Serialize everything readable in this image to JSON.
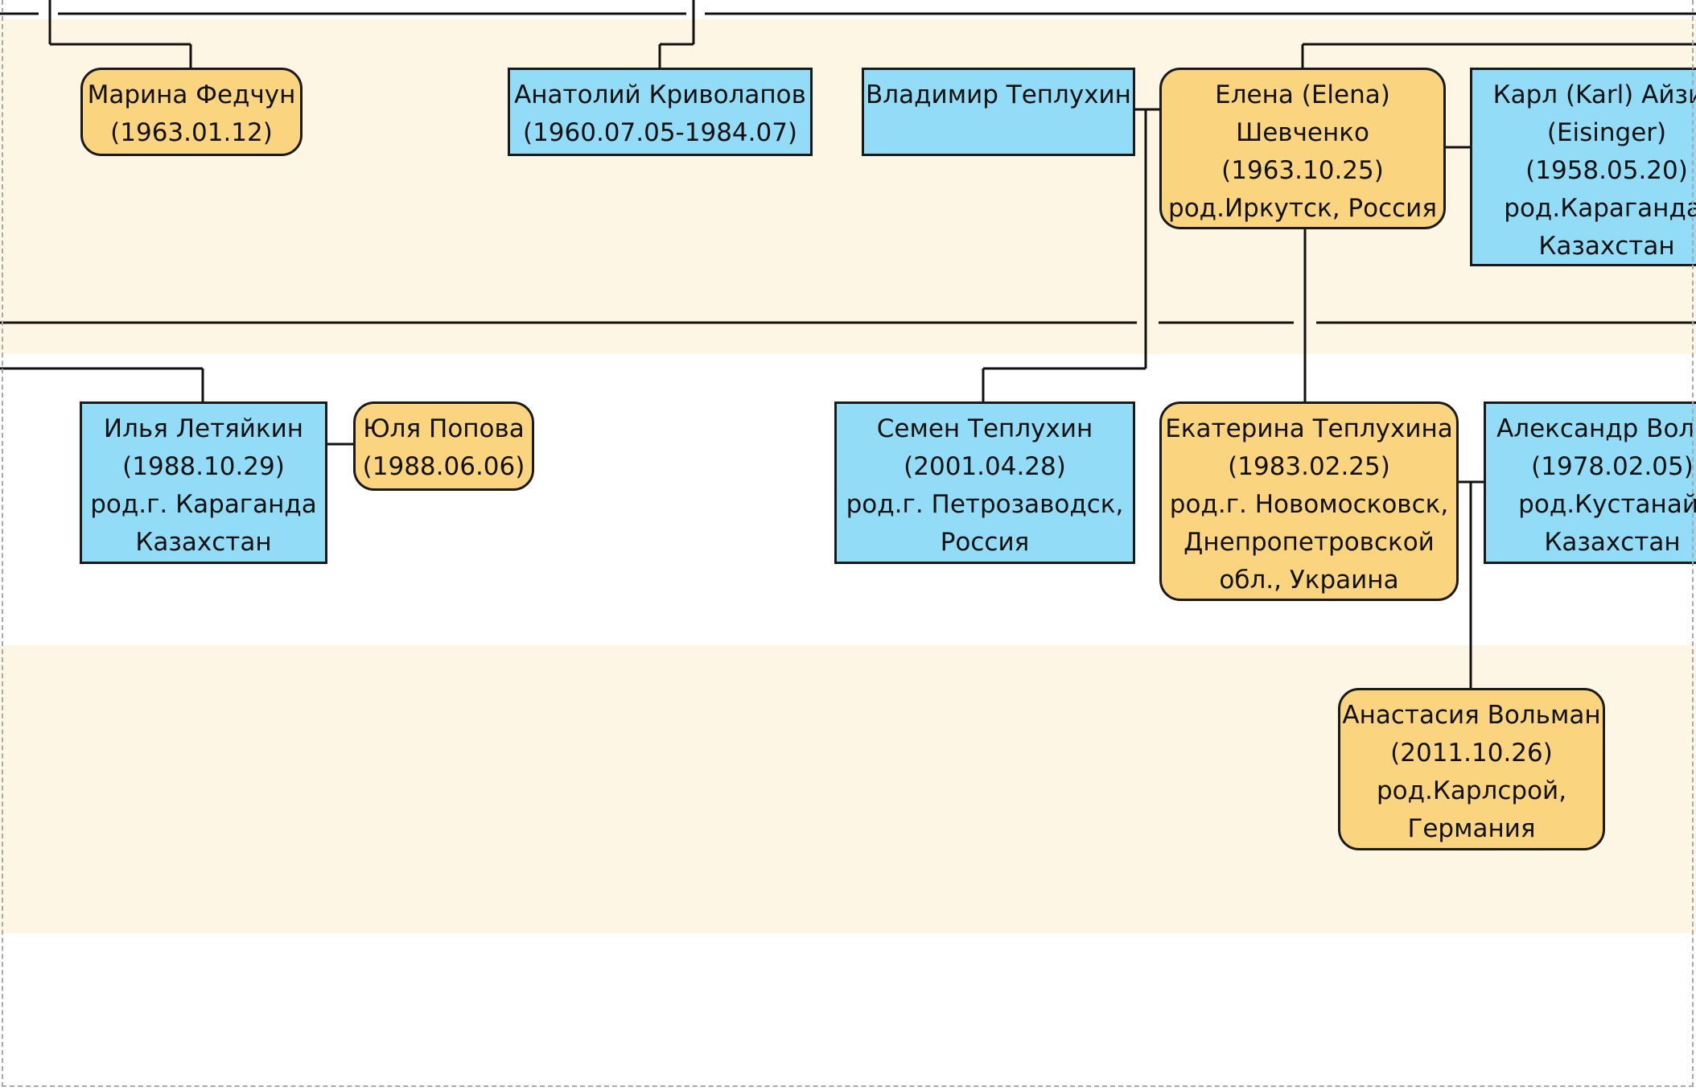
{
  "colors": {
    "male_fill": "#93dcf7",
    "female_fill": "#fad47f",
    "generation_band": "#fdf6e4",
    "line": "#111111"
  },
  "people": {
    "marina": {
      "name": "Марина Федчун",
      "l2": "(1963.01.12)"
    },
    "anatoly": {
      "name": "Анатолий Криволапов",
      "l2": "(1960.07.05-1984.07)"
    },
    "vladimir": {
      "name": "Владимир Теплухин"
    },
    "elena": {
      "name": "Елена (Elena)",
      "l2": "Шевченко",
      "l3": "(1963.10.25)",
      "l4": "род.Иркутск, Россия"
    },
    "karl": {
      "name": "Карл (Karl) Айзин",
      "l2": "(Eisinger)",
      "l3": "(1958.05.20)",
      "l4": "род.Караганда,",
      "l5": "Казахстан"
    },
    "ilya": {
      "name": "Илья Летяйкин",
      "l2": "(1988.10.29)",
      "l3": "род.г. Караганда",
      "l4": "Казахстан"
    },
    "yulia": {
      "name": "Юля Попова",
      "l2": "(1988.06.06)"
    },
    "semen": {
      "name": "Семен Теплухин",
      "l2": "(2001.04.28)",
      "l3": "род.г. Петрозаводск,",
      "l4": "Россия"
    },
    "ekaterina": {
      "name": "Екатерина Теплухина",
      "l2": "(1983.02.25)",
      "l3": "род.г. Новомосковск,",
      "l4": "Днепропетровской",
      "l5": "обл., Украина"
    },
    "alexandr": {
      "name": "Александр Вольм",
      "l2": "(1978.02.05)",
      "l3": "род.Кустанай,",
      "l4": "Казахстан"
    },
    "anastasia": {
      "name": "Анастасия Вольман",
      "l2": "(2011.10.26)",
      "l3": "род.Карлсрой,",
      "l4": "Германия"
    }
  }
}
